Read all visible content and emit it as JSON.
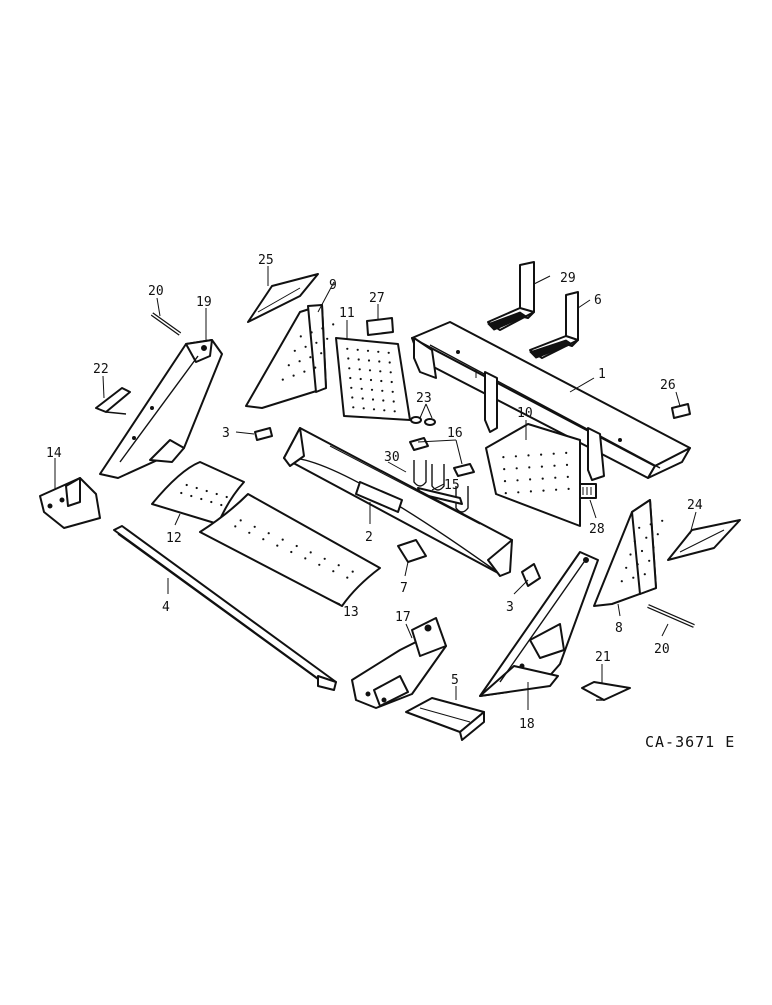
{
  "diagram": {
    "drawing_code": "CA-3671 E",
    "callouts": [
      "1",
      "2",
      "3",
      "3",
      "4",
      "5",
      "6",
      "7",
      "8",
      "9",
      "10",
      "11",
      "12",
      "13",
      "14",
      "15",
      "16",
      "17",
      "18",
      "19",
      "20",
      "20",
      "21",
      "22",
      "23",
      "24",
      "25",
      "26",
      "27",
      "28",
      "29",
      "30"
    ]
  }
}
